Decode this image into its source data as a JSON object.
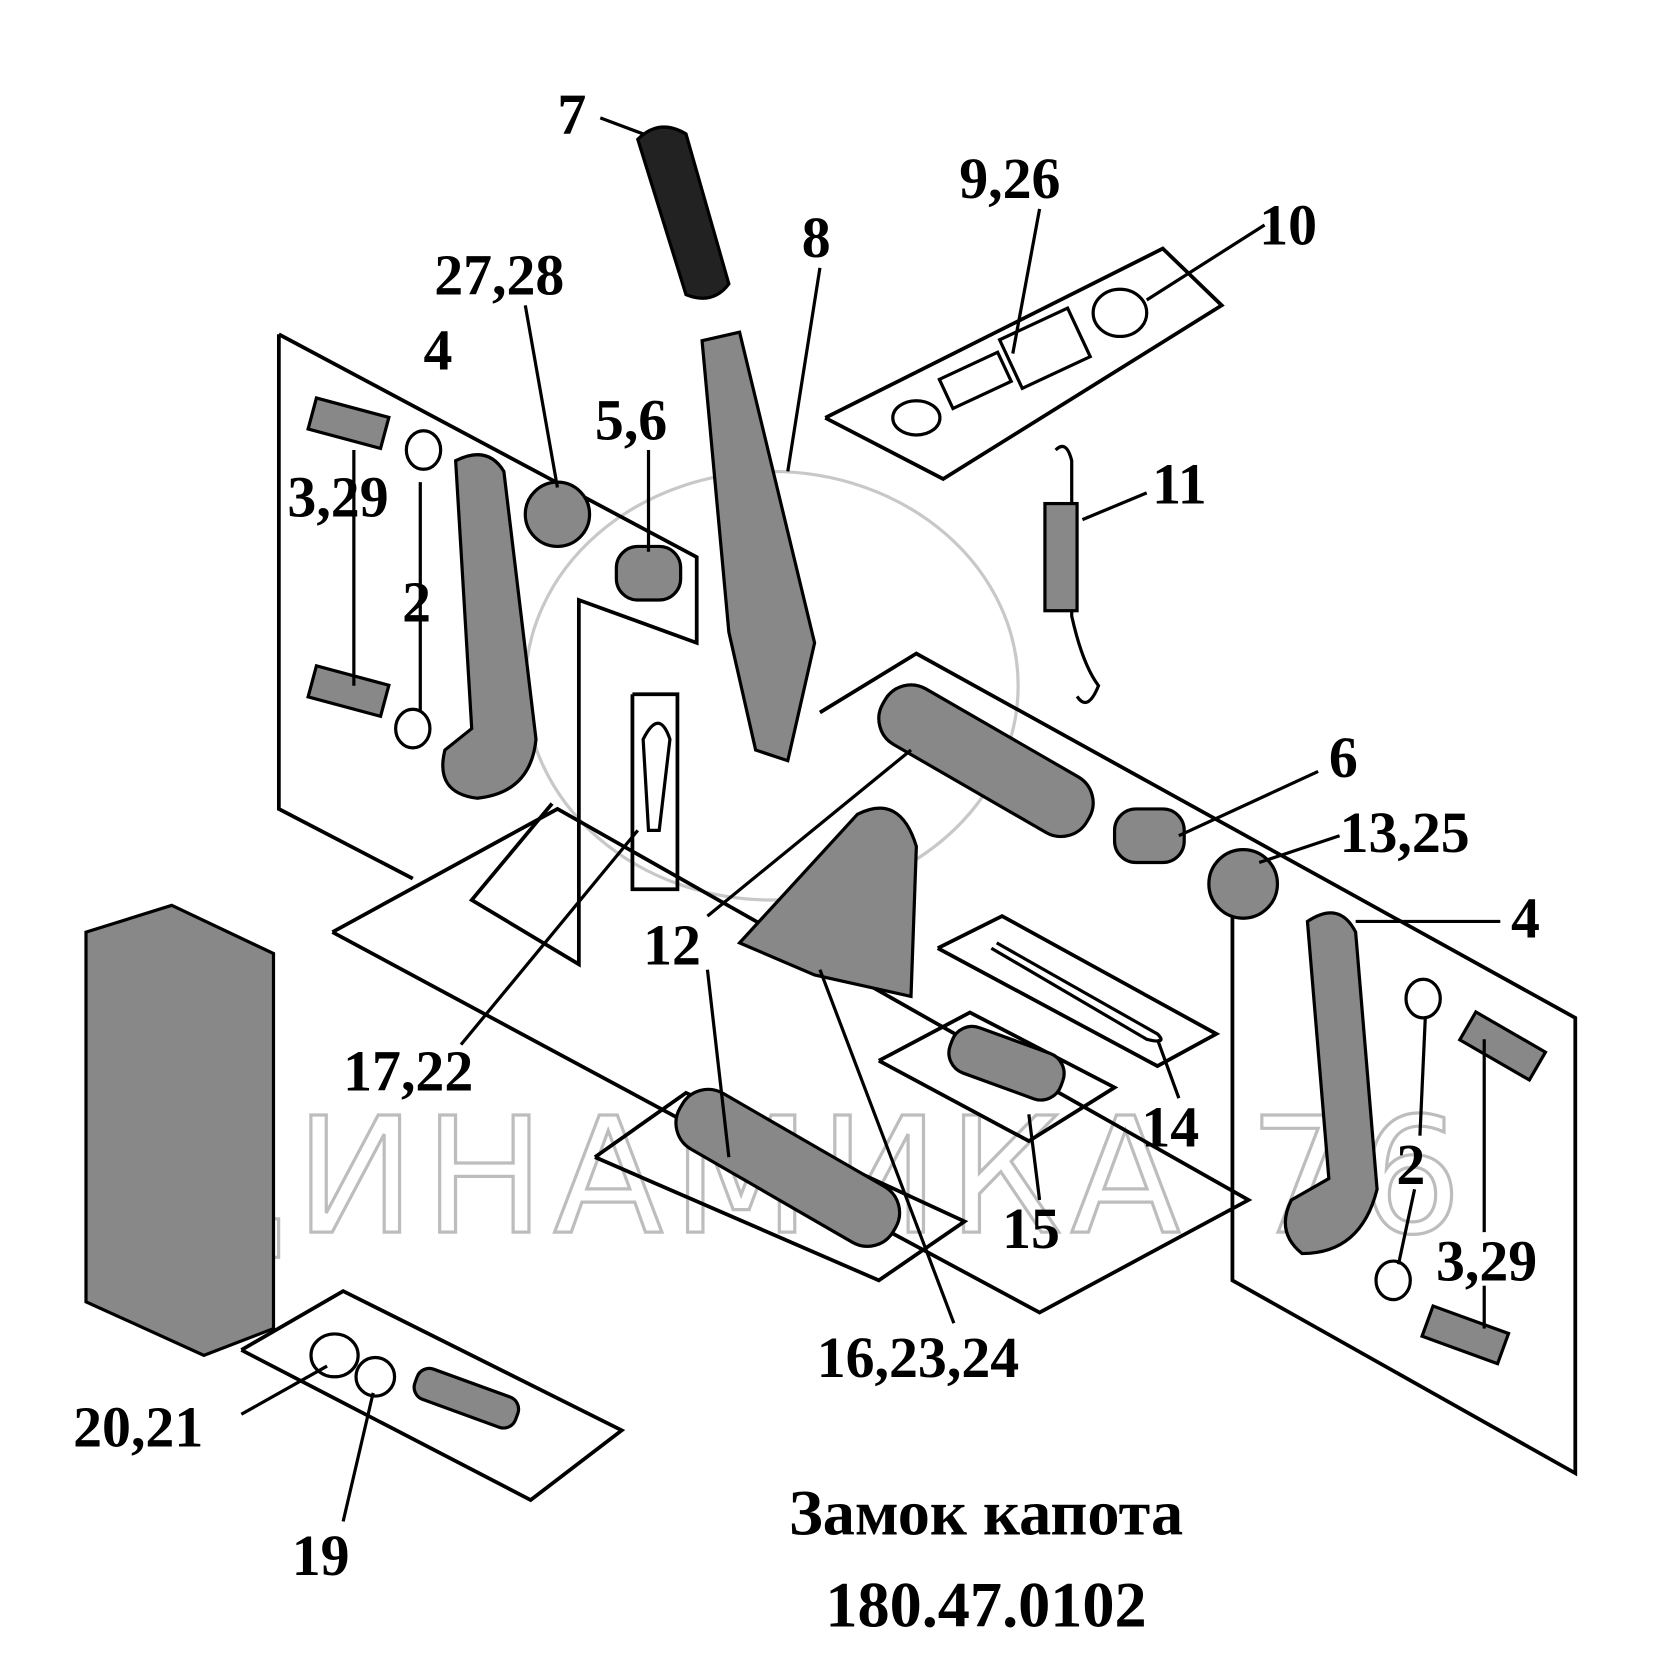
{
  "title": "Замок капота",
  "part_number": "180.47.0102",
  "watermark": "ДИНАМИКА 76",
  "callouts": {
    "c7": "7",
    "c9_26": "9,26",
    "c10": "10",
    "c8": "8",
    "c27_28": "27,28",
    "c4a": "4",
    "c5_6": "5,6",
    "c3_29a": "3,29",
    "c2a": "2",
    "c11": "11",
    "c6": "6",
    "c13_25": "13,25",
    "c4b": "4",
    "c12a": "12",
    "c17_22": "17,22",
    "c14": "14",
    "c2b": "2",
    "c15": "15",
    "c3_29b": "3,29",
    "c16_23_24": "16,23,24",
    "c20_21": "20,21",
    "c19": "19"
  }
}
